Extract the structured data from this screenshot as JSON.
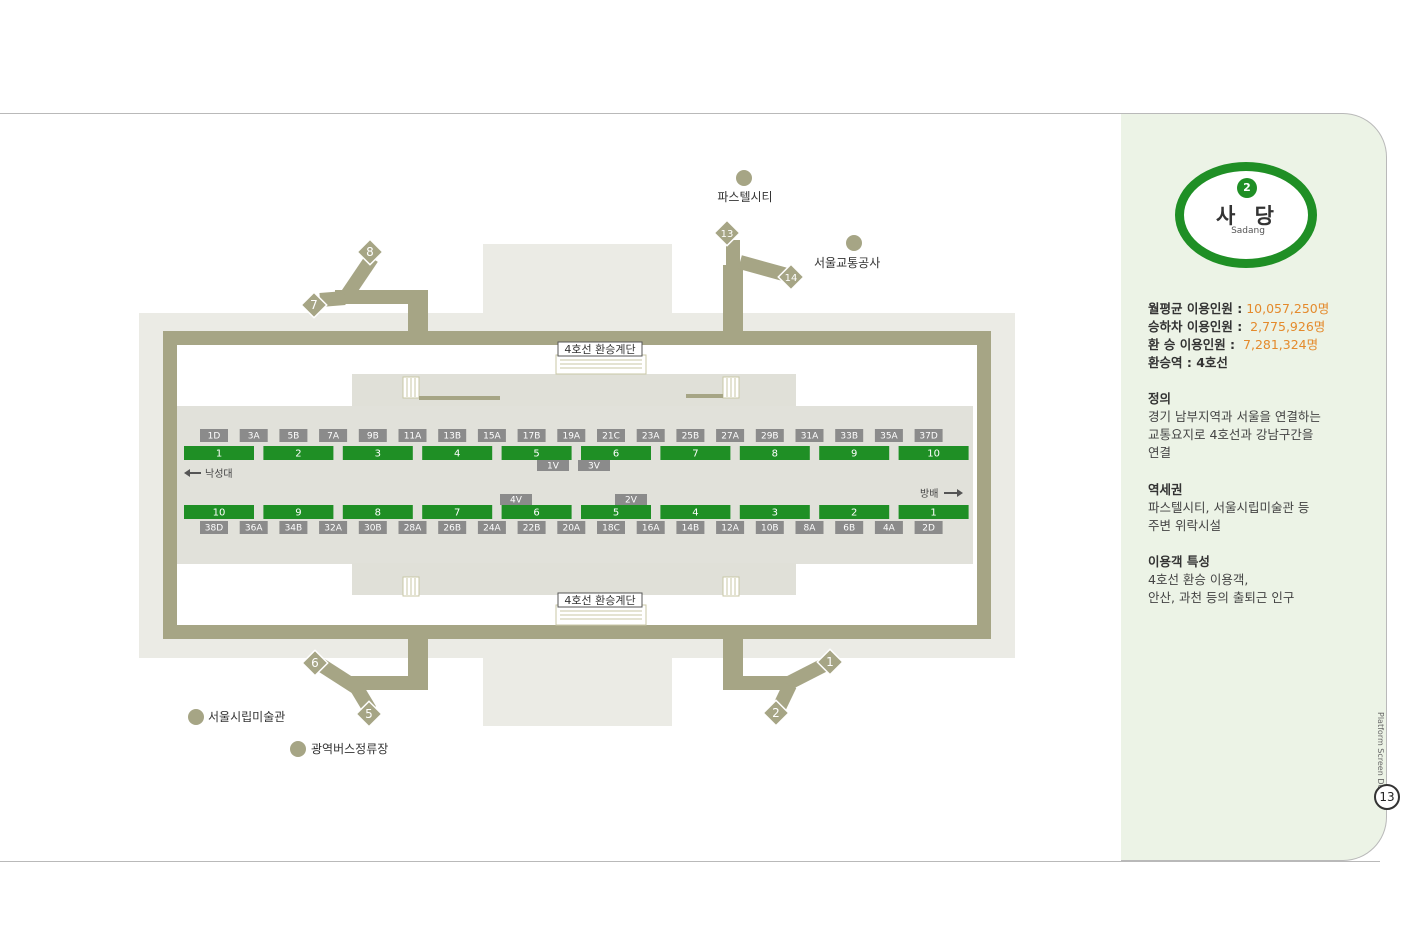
{
  "station": {
    "line_number": "2",
    "name": "사 당",
    "name_roman": "Sadang"
  },
  "stats": [
    {
      "label": "월평균 이용인원 :",
      "value": "10,057,250명"
    },
    {
      "label": "승하차 이용인원 :",
      "value": "2,775,926명"
    },
    {
      "label": "환   승 이용인원 :",
      "value": "7,281,324명"
    },
    {
      "label": "환승역 : 4호선",
      "value": ""
    }
  ],
  "sections": [
    {
      "heading": "정의",
      "lines": [
        "경기 남부지역과 서울을 연결하는",
        "교통요지로 4호선과 강남구간을",
        "연결"
      ]
    },
    {
      "heading": "역세권",
      "lines": [
        "파스텔시티, 서울시립미술관 등",
        "주변 위락시설"
      ]
    },
    {
      "heading": "이용객 특성",
      "lines": [
        "4호선 환승 이용객,",
        "안산, 과천 등의 출퇴근 인구"
      ]
    }
  ],
  "side_label": "Platform Screen Door",
  "page_number": "13",
  "diagram": {
    "transfer_stairs_label": "4호선 환승계단",
    "direction_left": "낙성대",
    "direction_right": "방배",
    "upper_doors": [
      "1D",
      "3A",
      "5B",
      "7A",
      "9B",
      "11A",
      "13B",
      "15A",
      "17B",
      "19A",
      "21C",
      "23A",
      "25B",
      "27A",
      "29B",
      "31A",
      "33B",
      "35A",
      "37D"
    ],
    "upper_cars": [
      "1",
      "2",
      "3",
      "4",
      "5",
      "6",
      "7",
      "8",
      "9",
      "10"
    ],
    "upper_vents": [
      "1V",
      "3V"
    ],
    "lower_vents": [
      "4V",
      "2V"
    ],
    "lower_cars": [
      "10",
      "9",
      "8",
      "7",
      "6",
      "5",
      "4",
      "3",
      "2",
      "1"
    ],
    "lower_doors": [
      "38D",
      "36A",
      "34B",
      "32A",
      "30B",
      "28A",
      "26B",
      "24A",
      "22B",
      "20A",
      "18C",
      "16A",
      "14B",
      "12A",
      "10B",
      "8A",
      "6B",
      "4A",
      "2D"
    ],
    "exits": [
      "1",
      "2",
      "5",
      "6",
      "7",
      "8",
      "13",
      "14"
    ],
    "landmarks": [
      "파스텔시티",
      "서울교통공사",
      "서울시립미술관",
      "광역버스정류장"
    ]
  },
  "colors": {
    "line_green": "#1f8f25",
    "wall_olive": "#a6a585",
    "door_gray": "#8b8b8b",
    "stat_value_orange": "#e48a2c",
    "panel_bg": "#ecf3e6"
  }
}
